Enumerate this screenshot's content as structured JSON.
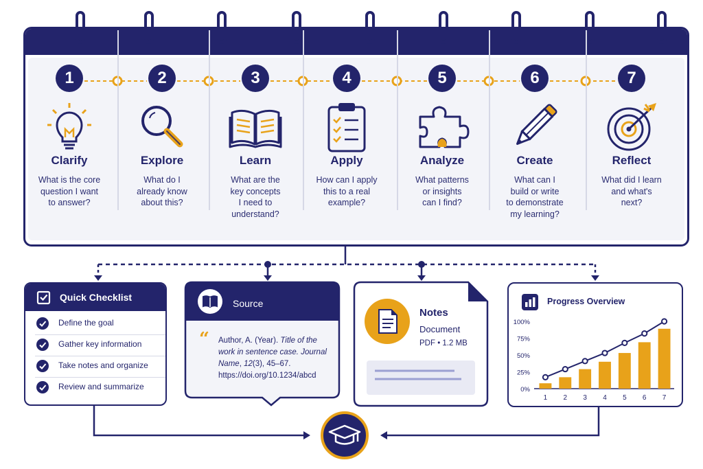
{
  "steps": [
    {
      "num": "1",
      "title": "Clarify",
      "question": "What is the core\nquestion I want\nto answer?",
      "icon": "lightbulb-icon"
    },
    {
      "num": "2",
      "title": "Explore",
      "question": "What do I\nalready know\nabout this?",
      "icon": "magnifier-icon"
    },
    {
      "num": "3",
      "title": "Learn",
      "question": "What are the\nkey concepts\nI need to\nunderstand?",
      "icon": "open-book-icon"
    },
    {
      "num": "4",
      "title": "Apply",
      "question": "How can I apply\nthis to a real\nexample?",
      "icon": "clipboard-checklist-icon"
    },
    {
      "num": "5",
      "title": "Analyze",
      "question": "What patterns\nor insights\ncan I find?",
      "icon": "puzzle-piece-icon"
    },
    {
      "num": "6",
      "title": "Create",
      "question": "What can I\nbuild or write\nto demonstrate\nmy learning?",
      "icon": "pencil-icon"
    },
    {
      "num": "7",
      "title": "Reflect",
      "question": "What did I learn\nand what's\nnext?",
      "icon": "target-arrow-icon"
    }
  ],
  "checklist": {
    "title": "Quick Checklist",
    "items": [
      "Define the goal",
      "Gather key information",
      "Take notes and organize",
      "Review and summarize"
    ]
  },
  "source": {
    "title": "Source",
    "citation_1": "Author, A. (Year). ",
    "citation_title": "Title of the work in sentence case.",
    "citation_journal": "Journal Name",
    "citation_2": ", ",
    "citation_volume": "12",
    "citation_3": "(3), 45–67.",
    "citation_doi": "https://doi.org/10.1234/abcd"
  },
  "notes": {
    "title": "Notes",
    "subtitle": "Document",
    "meta": "PDF • 1.2 MB"
  },
  "progress": {
    "title": "Progress Overview"
  },
  "chart_data": {
    "type": "bar",
    "categories": [
      "1",
      "2",
      "3",
      "4",
      "5",
      "6",
      "7"
    ],
    "series": [
      {
        "values": [
          8,
          17,
          29,
          40,
          53,
          69,
          89
        ]
      },
      {
        "values": [
          17,
          29,
          41,
          53,
          68,
          82,
          100
        ]
      }
    ],
    "ytick_labels": [
      "0%",
      "25%",
      "50%",
      "75%",
      "100%"
    ],
    "ylim": [
      0,
      100
    ],
    "title": "Progress Overview",
    "colors": {
      "bars": "#e8a21a",
      "line": "#23246b"
    }
  },
  "colors": {
    "navy": "#23246b",
    "accent": "#e8a21a",
    "light": "#f3f4f9"
  },
  "center_icon": "graduation-cap-icon"
}
